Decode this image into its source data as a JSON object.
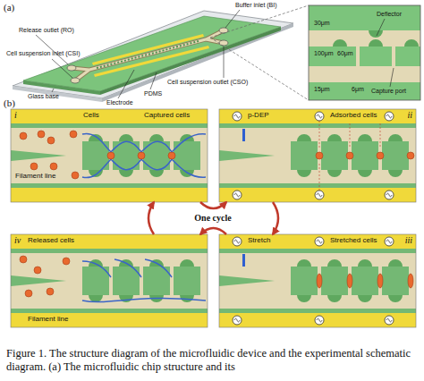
{
  "diagram": {
    "caption": "Figure 1. The structure diagram of the microfluidic device and the experimental schematic diagram. (a) The microfluidic chip structure and its",
    "nodes": [
      {
        "text": [
          "i"
        ]
      },
      {
        "text": [
          "ii"
        ]
      },
      {
        "text": [
          "iv"
        ]
      },
      {
        "text": [
          "iii"
        ]
      }
    ],
    "edges": [
      {
        "from": 0,
        "to": 1,
        "arrow": "to"
      },
      {
        "from": 1,
        "to": 3,
        "arrow": "to"
      },
      {
        "from": 3,
        "to": 2,
        "arrow": "to"
      },
      {
        "from": 2,
        "to": 0,
        "arrow": "to"
      }
    ],
    "labels": [
      "(a)",
      "Release outlet (RO)",
      "Cell suspension inlet (CSI)",
      "Electrode",
      "PDMS",
      "Glass base",
      "Buffer inlet (BI)",
      "Cell suspension outlet (CSO)",
      "Deflector",
      "30μm",
      "100μm",
      "60μm",
      "15μm",
      "Capture port",
      "6μm",
      "(b)",
      "Cells",
      "Filament line",
      "Captured cells",
      "p-DEP",
      "Adsorbed cells",
      "One cycle",
      "Stretch",
      "Stretched cells",
      "Released cells",
      "Filament line"
    ]
  }
}
